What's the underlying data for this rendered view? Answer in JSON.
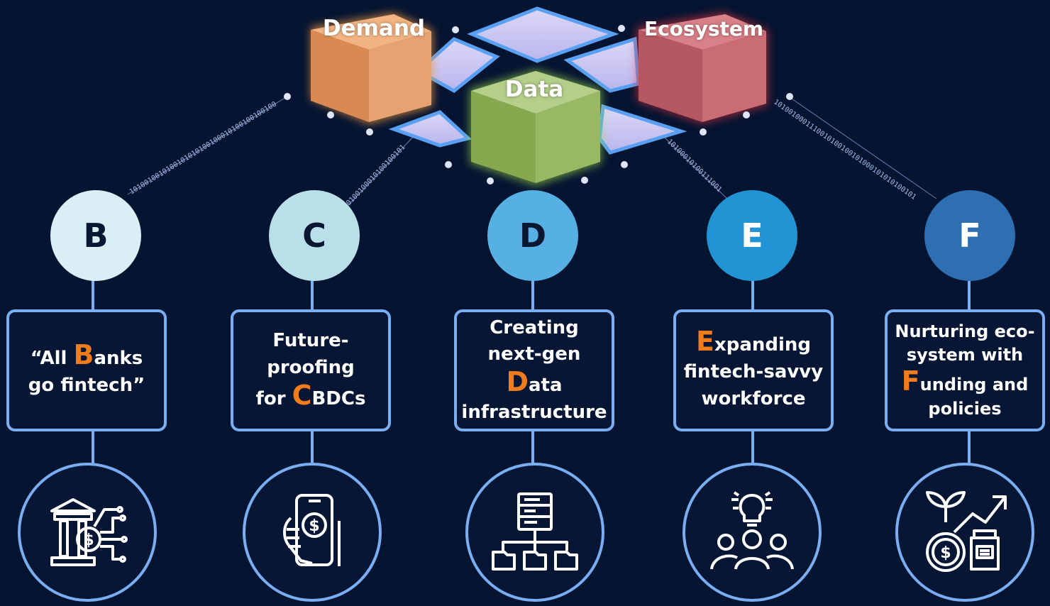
{
  "cubes": [
    {
      "label": "Demand",
      "color": "#e2955a"
    },
    {
      "label": "Data",
      "color": "#8fb154"
    },
    {
      "label": "Ecosystem",
      "color": "#c26068"
    }
  ],
  "binary_strings": {
    "line_b": "1010010010100101010100100010100100100100",
    "line_c": "0100100010100100101",
    "line_e": "10100010100111001",
    "line_f": "1010010001110010100100101000101010100101"
  },
  "pillars": [
    {
      "letter": "B",
      "circle_color": "#daeef6",
      "letter_color": "#0a1733",
      "pre": "“All ",
      "accent": "B",
      "post": "anks go fintech”",
      "icon": "bank-circuit-icon"
    },
    {
      "letter": "C",
      "circle_color": "#b9dfe9",
      "letter_color": "#0a1733",
      "pre": "Future-proofing for ",
      "accent": "C",
      "post": "BDCs",
      "icon": "mobile-payment-icon"
    },
    {
      "letter": "D",
      "circle_color": "#56b0e4",
      "letter_color": "#0a1733",
      "pre": "Creating next-gen ",
      "accent": "D",
      "post": "ata infrastructure",
      "icon": "data-server-folders-icon"
    },
    {
      "letter": "E",
      "circle_color": "#2294d4",
      "letter_color": "#ffffff",
      "pre": "",
      "accent": "E",
      "post": "xpanding fintech-savvy workforce",
      "icon": "team-idea-icon"
    },
    {
      "letter": "F",
      "circle_color": "#2d6fb0",
      "letter_color": "#ffffff",
      "pre": "Nurturing eco-system with ",
      "accent": "F",
      "post": "unding and policies",
      "icon": "funding-growth-icon"
    }
  ],
  "colors": {
    "background": "#051431",
    "outline": "#79aef3",
    "accent": "#f07c1c"
  }
}
